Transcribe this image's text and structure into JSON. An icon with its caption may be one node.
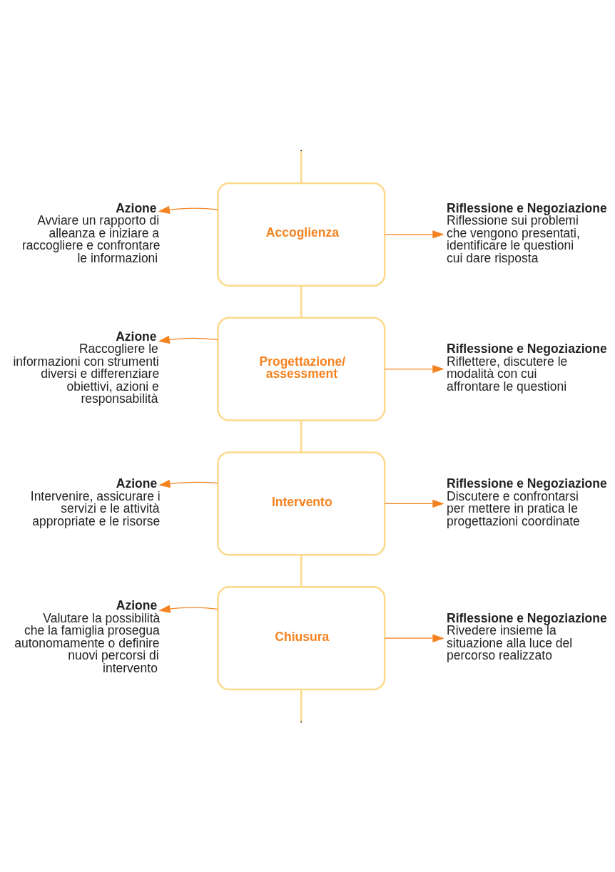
{
  "diagram": {
    "nodes": [
      {
        "text": [
          "Azione",
          "Avviare un rapporto di alleanza e iniziare a raccogliere e confrontare le informazioni"
        ]
      },
      {
        "text": [
          "Accoglienza"
        ]
      },
      {
        "text": [
          "Riflessione e Negoziazione",
          "Riflessione sui problemi che vengono presentati, identificare le questioni cui dare risposta"
        ]
      },
      {
        "text": [
          "Azione",
          "Raccogliere le informazioni con strumenti diversi e differenziare obiettivi, azioni e responsabilità"
        ]
      },
      {
        "text": [
          "Progettazione/ assessment"
        ]
      },
      {
        "text": [
          "Riflessione e Negoziazione",
          "Riflettere, discutere le modalità con cui affrontare le questioni"
        ]
      },
      {
        "text": [
          "Azione",
          "Intervenire, assicurare i servizi e le attività appropriate e le risorse"
        ]
      },
      {
        "text": [
          "Intervento"
        ]
      },
      {
        "text": [
          "Riflessione e Negoziazione",
          "Discutere e confrontarsi per mettere in pratica le progettazioni coordinate"
        ]
      },
      {
        "text": [
          "Azione",
          "Valutare la possibilità che la famiglia prosegua autonomamente o definire nuovi percorsi di intervento"
        ]
      },
      {
        "text": [
          "Chiusura"
        ]
      },
      {
        "text": [
          "Riflessione e Negoziazione",
          "Rivedere insieme la situazione alla luce del percorso realizzato"
        ]
      }
    ],
    "edges": [
      {
        "from": null,
        "to": 1,
        "arrow": "none",
        "color": "#fcd98b"
      },
      {
        "from": 1,
        "to": 0,
        "arrow": "to"
      },
      {
        "from": 1,
        "to": 2,
        "arrow": "to"
      },
      {
        "from": 1,
        "to": 4,
        "arrow": "none",
        "color": "#fcd98b"
      },
      {
        "from": 4,
        "to": 3,
        "arrow": "to"
      },
      {
        "from": 4,
        "to": 5,
        "arrow": "to"
      },
      {
        "from": 4,
        "to": 7,
        "arrow": "none",
        "color": "#fcd98b"
      },
      {
        "from": 7,
        "to": 6,
        "arrow": "to"
      },
      {
        "from": 7,
        "to": 8,
        "arrow": "to"
      },
      {
        "from": 7,
        "to": 10,
        "arrow": "none",
        "color": "#fcd98b"
      },
      {
        "from": 10,
        "to": 9,
        "arrow": "to"
      },
      {
        "from": 10,
        "to": 11,
        "arrow": "to"
      },
      {
        "from": 10,
        "to": null,
        "arrow": "none",
        "color": "#fcd98b"
      }
    ]
  }
}
